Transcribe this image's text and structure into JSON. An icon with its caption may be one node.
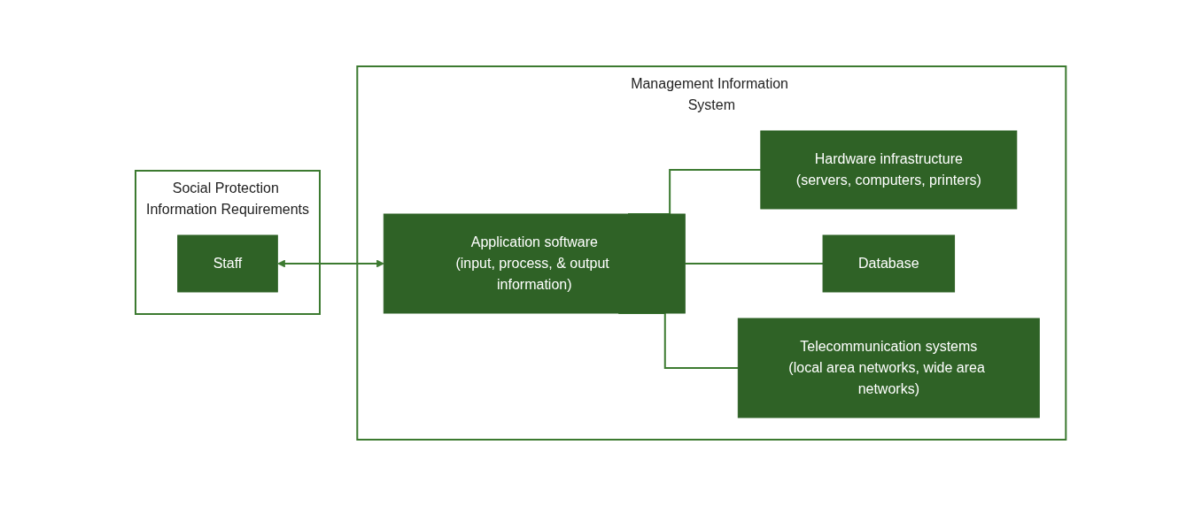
{
  "diagram": {
    "nodes": [
      {
        "text": [
          "Social Protection Information Requirements"
        ]
      },
      {
        "text": [
          "Staff"
        ],
        "in": 0
      },
      {
        "text": [
          "Management Information System"
        ]
      },
      {
        "text": [
          "Application software",
          "(input, process, & output information)"
        ],
        "in": 2
      },
      {
        "text": [
          "Hardware infrastructure",
          "(servers, computers, printers)"
        ],
        "in": 2
      },
      {
        "text": [
          "Database"
        ],
        "in": 2
      },
      {
        "text": [
          "Telecommunication systems",
          "(local area networks, wide area networks)"
        ],
        "in": 2
      }
    ],
    "edges": [
      {
        "from": 1,
        "to": 3,
        "arrow": "both"
      },
      {
        "from": 3,
        "to": 4,
        "arrow": "none"
      },
      {
        "from": 3,
        "to": 5,
        "arrow": "none"
      },
      {
        "from": 3,
        "to": 6,
        "arrow": "none"
      }
    ]
  }
}
